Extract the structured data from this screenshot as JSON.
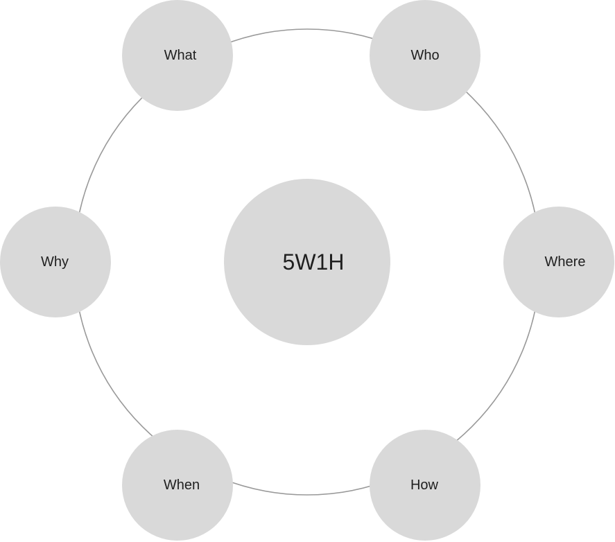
{
  "diagram": {
    "center_label": "5W1H",
    "nodes": [
      {
        "id": "what",
        "label": "What"
      },
      {
        "id": "who",
        "label": "Who"
      },
      {
        "id": "why",
        "label": "Why"
      },
      {
        "id": "where",
        "label": "Where"
      },
      {
        "id": "when",
        "label": "When"
      },
      {
        "id": "how",
        "label": "How"
      }
    ],
    "colors": {
      "node_fill": "#d9d9d9",
      "ring_stroke": "#999999",
      "text": "#1f1f1f"
    }
  }
}
